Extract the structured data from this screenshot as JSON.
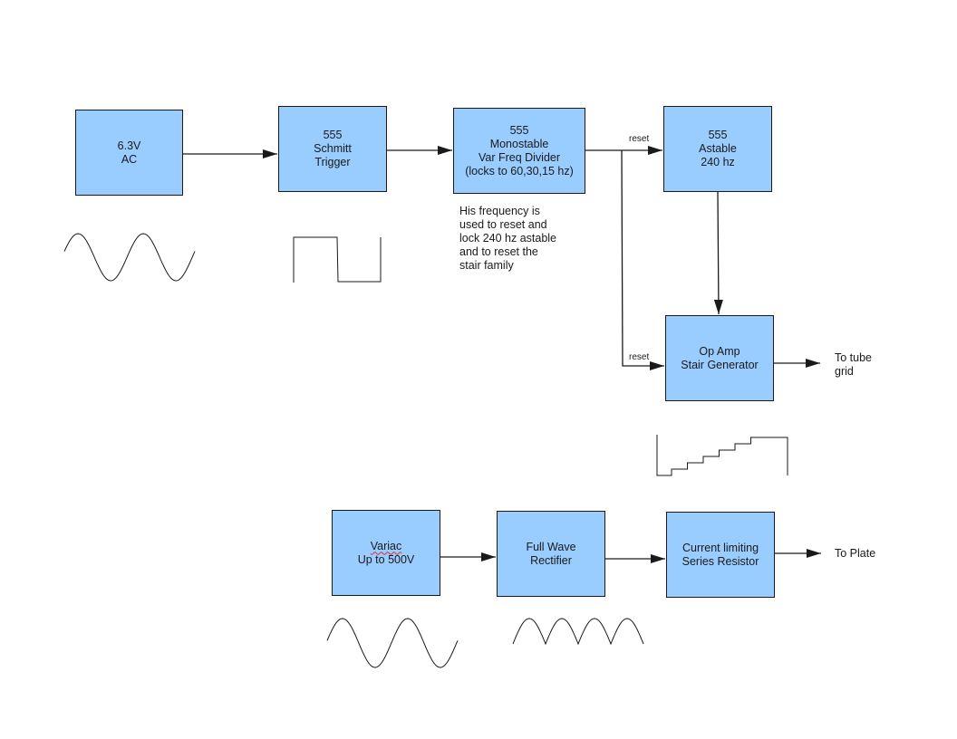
{
  "blocks": {
    "ac": {
      "lines": [
        "6.3V",
        "AC"
      ]
    },
    "schmitt": {
      "lines": [
        "555",
        "Schmitt",
        "Trigger"
      ]
    },
    "mono": {
      "lines": [
        "555",
        "Monostable",
        "Var Freq Divider",
        "(locks to 60,30,15 hz)"
      ]
    },
    "astable": {
      "lines": [
        "555",
        "Astable",
        "240 hz"
      ]
    },
    "opamp": {
      "lines": [
        "Op Amp",
        "Stair Generator"
      ]
    },
    "variac": {
      "lines": [
        "Variac",
        "Up to 500V"
      ]
    },
    "fullwave": {
      "lines": [
        "Full Wave",
        "Rectifier"
      ]
    },
    "current": {
      "lines": [
        "Current limiting",
        "Series Resistor"
      ]
    }
  },
  "labels": {
    "reset_top": "reset",
    "reset_stair": "reset",
    "note": [
      "His frequency is",
      "used to reset and",
      "lock 240 hz astable",
      "and to reset the",
      "stair family"
    ],
    "tube": [
      "To tube",
      "grid"
    ],
    "plate": "To Plate"
  },
  "waveforms": {
    "ac_input": "sine",
    "schmitt_output": "square",
    "stair_output": "staircase",
    "variac_output": "sine",
    "rectifier_output": "full-wave-rectified"
  },
  "colors": {
    "block_fill": "#99ccff",
    "line": "#1a1a1a",
    "spell_underline": "#e03030"
  }
}
